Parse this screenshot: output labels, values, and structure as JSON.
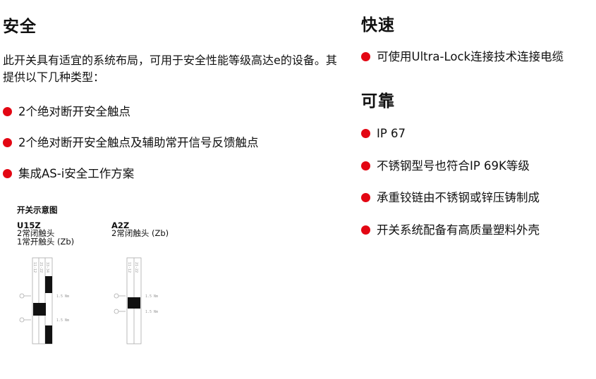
{
  "safety": {
    "heading": "安全",
    "intro": "此开关具有适宜的系统布局，可用于安全性能等级高达e的设备。其提供以下几种类型：",
    "bullets": [
      "2个绝对断开安全触点",
      "2个绝对断开安全触点及辅助常开信号反馈触点",
      "集成AS-i安全工作方案"
    ]
  },
  "fast": {
    "heading": "快速",
    "bullets": [
      "可使用Ultra-Lock连接技术连接电缆"
    ]
  },
  "reliable": {
    "heading": "可靠",
    "bullets": [
      "IP 67",
      "不锈钢型号也符合IP 69K等级",
      "承重铰链由不锈钢或锌压铸制成",
      "开关系统配备有高质量塑料外壳"
    ]
  },
  "schematic": {
    "title": "开关示意图",
    "switches": [
      {
        "code": "U15Z",
        "desc_lines": [
          "2常闭触头",
          "1常开触头 (Zb)"
        ],
        "col_labels": [
          "11-12",
          "21-22",
          "33-34"
        ],
        "torque_labels": [
          "1.5 Nm",
          "1.5 Nm"
        ]
      },
      {
        "code": "A2Z",
        "desc_lines": [
          "2常闭触头 (Zb)"
        ],
        "col_labels": [
          "11-12",
          "21-22"
        ],
        "torque_labels": [
          "1.5 Nm",
          "1.5 Nm"
        ]
      }
    ]
  },
  "colors": {
    "accent": "#e30613",
    "text": "#111111",
    "diagram_line": "#aaaaaa"
  }
}
